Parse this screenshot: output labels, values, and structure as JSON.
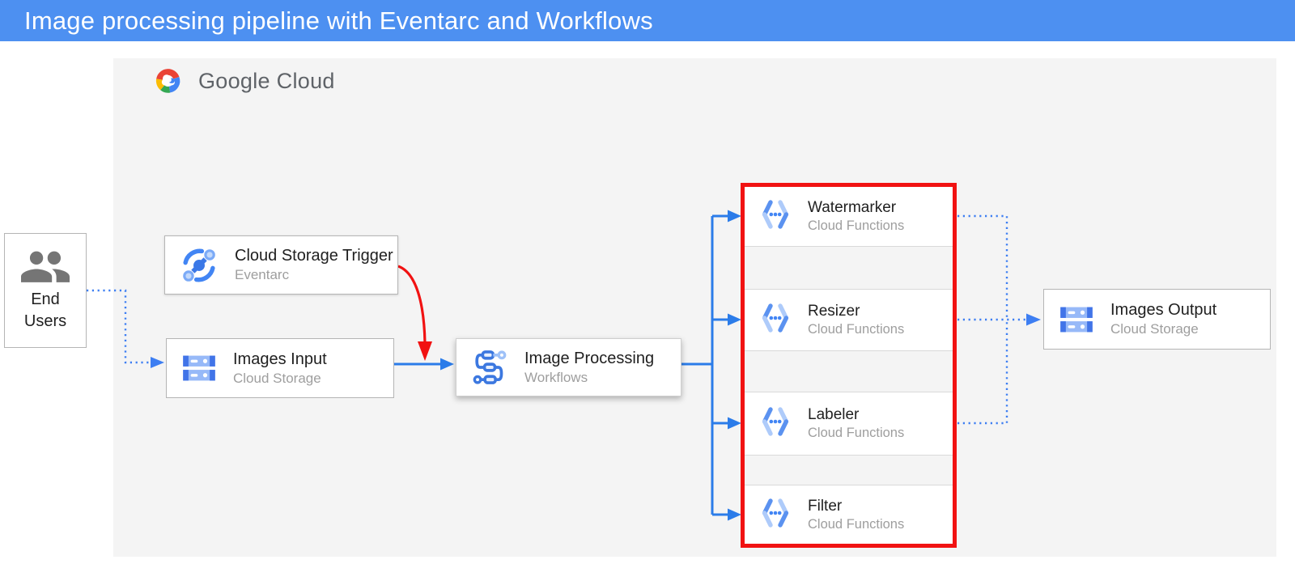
{
  "header": {
    "title": "Image processing pipeline with Eventarc and Workflows"
  },
  "branding": {
    "logo_text": "Google Cloud"
  },
  "colors": {
    "header_bg": "#4d90f1",
    "canvas_bg": "#f4f4f4",
    "solid_arrow": "#2b7ce9",
    "dotted_arrow": "#3d7ef2",
    "red_accent": "#f11212",
    "title_text": "#1f1f1f",
    "subtitle_text": "#9e9e9e"
  },
  "nodes": {
    "end_users": {
      "label_line1": "End",
      "label_line2": "Users"
    },
    "trigger": {
      "title": "Cloud Storage Trigger",
      "subtitle": "Eventarc"
    },
    "images_input": {
      "title": "Images Input",
      "subtitle": "Cloud Storage"
    },
    "processing": {
      "title": "Image Processing",
      "subtitle": "Workflows"
    },
    "functions": [
      {
        "title": "Watermarker",
        "subtitle": "Cloud Functions"
      },
      {
        "title": "Resizer",
        "subtitle": "Cloud Functions"
      },
      {
        "title": "Labeler",
        "subtitle": "Cloud Functions"
      },
      {
        "title": "Filter",
        "subtitle": "Cloud Functions"
      }
    ],
    "images_output": {
      "title": "Images Output",
      "subtitle": "Cloud Storage"
    }
  }
}
